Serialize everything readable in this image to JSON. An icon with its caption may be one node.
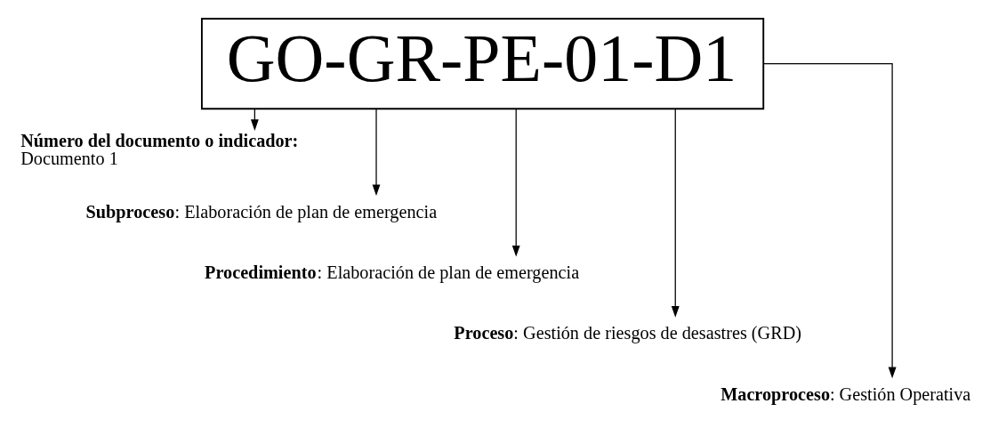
{
  "diagram": {
    "nodes": [
      {
        "text": [
          "GO-GR-PE-01-D1"
        ]
      },
      {
        "text": [
          "Número del documento o indicador:",
          "Documento 1"
        ]
      },
      {
        "text": [
          "**Subproceso**: Elaboración de plan de emergencia"
        ]
      },
      {
        "text": [
          "**Procedimiento**: Elaboración de plan de emergencia"
        ]
      },
      {
        "text": [
          "**Proceso**: Gestión de riesgos de desastres (GRD)"
        ]
      },
      {
        "text": [
          "**Macroproceso**: Gestión Operativa"
        ]
      }
    ],
    "edges": [
      {
        "from": 0,
        "to": 1,
        "arrow": "to"
      },
      {
        "from": 0,
        "to": 2,
        "arrow": "to"
      },
      {
        "from": 0,
        "to": 3,
        "arrow": "to"
      },
      {
        "from": 0,
        "to": 4,
        "arrow": "to"
      },
      {
        "from": 0,
        "to": 5,
        "arrow": "to"
      }
    ]
  }
}
